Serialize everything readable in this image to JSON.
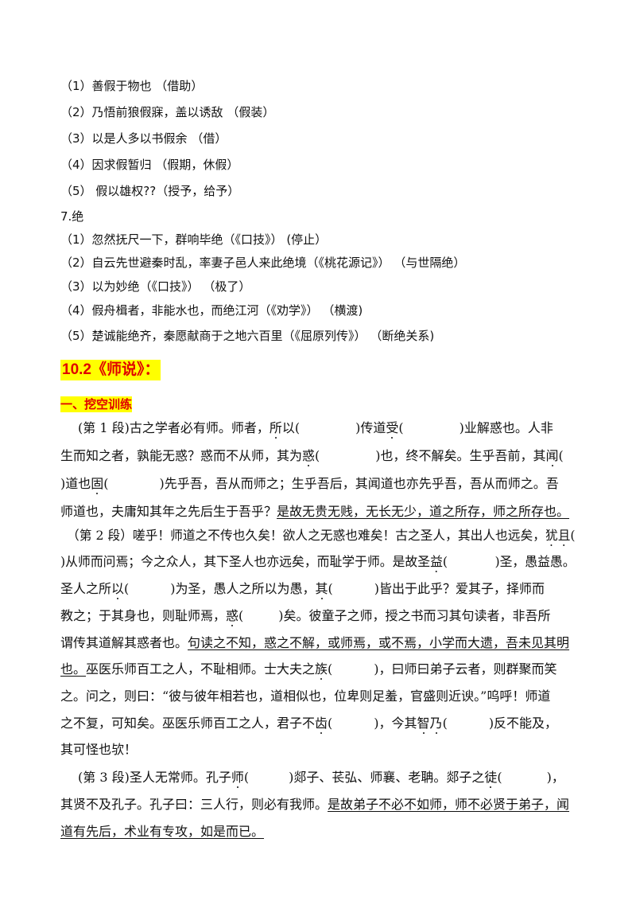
{
  "list_jia": [
    "（1）善假于物也 （借助）",
    "（2）乃悟前狼假寐，盖以诱敌 （假装）",
    "（3）以是人多以书假余 （借）",
    "（4）因求假暂归 （假期，休假）",
    "（5） 假以雄权??（授予，给予）"
  ],
  "jue_title": "7.绝",
  "list_jue": [
    "（1）忽然抚尺一下，群响毕绝（《口技》） (停止）",
    "（2）自云先世避秦时乱，率妻子邑人来此绝境（《桃花源记》） （与世隔绝）",
    "（3）以为妙绝（《口技》） （极了）",
    "（4）假舟楫者，非能水也，而绝江河（《劝学》） （横渡)",
    "（5）楚诚能绝齐，秦愿献商于之地六百里（《屈原列传》） （断绝关系)"
  ],
  "section_heading": "10.2《师说》：",
  "subheading": "一、挖空训练",
  "passage": {
    "p1_l1_a": "(第 1 段)古之学者必有师。师者，",
    "p1_l1_b": "所",
    "p1_l1_c": "以(",
    "p1_l1_d": ")传道",
    "p1_l1_e": "受",
    "p1_l1_f": "(",
    "p1_l1_g": ")业解惑也。人非",
    "p1_l2_a": "生而知之者，孰能无惑？惑而不从师，其为",
    "p1_l2_b": "惑",
    "p1_l2_c": "(",
    "p1_l2_d": ")也，终不解矣。生乎吾前，其",
    "p1_l2_e": "闻",
    "p1_l2_f": "(",
    "p1_l3_a": ")道也",
    "p1_l3_b": "固",
    "p1_l3_c": "(",
    "p1_l3_d": ")先乎吾，吾从而师之；生乎吾后，其闻道也亦先乎吾，吾从而师之。吾",
    "p1_l4_a": "师道也，夫庸知其年之先后生于吾乎？",
    "p1_l4_b": "是故无贵无贱，无长无少，道之所存，师之所存也。",
    "p2_l1_a": "（第 2 段）嗟乎！师道之不传也久矣！欲人之无惑也难矣！古之圣人，其出人也远矣，",
    "p2_l1_b": "犹",
    "p2_l1_c": "且",
    "p2_l1_d": "(",
    "p2_l2_a": ")从师而问焉；今之众人，其下圣人也亦远矣，而耻学于师。是故圣",
    "p2_l2_b": "益",
    "p2_l2_c": "(",
    "p2_l2_d": ")圣，愚益愚。",
    "p2_l3_a": "圣人之所",
    "p2_l3_b": "以",
    "p2_l3_c": "(",
    "p2_l3_d": ")为圣，愚人之所以为愚，",
    "p2_l3_e": "其",
    "p2_l3_f": "(",
    "p2_l3_g": ")皆出于此乎？爱其子，择师而",
    "p2_l4_a": "教之；于其身也，则耻师焉，",
    "p2_l4_b": "惑",
    "p2_l4_c": "(",
    "p2_l4_d": ")矣。彼童子之师，授之书而习其句读者，非吾所",
    "p2_l5": "谓传其道解其惑者也。",
    "p2_l5_ul": "句读之不知，惑之不解，或师焉，或不焉，小学而大遗，吾未见其明",
    "p2_l6_ul": "也。",
    "p2_l6_a": "巫医乐师百工之人，不耻相师。士大夫之",
    "p2_l6_b": "族",
    "p2_l6_c": "(",
    "p2_l6_d": ")，曰师曰弟子云者，则群聚而笑",
    "p2_l7": "之。问之，则曰：“彼与彼年相若也，道相似也，位卑则足羞，官盛则近谀。”呜呼！师道",
    "p2_l8_a": "之不复，可知矣。巫医乐师百工之人，君子不",
    "p2_l8_b": "齿",
    "p2_l8_c": "(",
    "p2_l8_d": ")，今其",
    "p2_l8_e": "智",
    "p2_l8_f": "乃",
    "p2_l8_g": "(",
    "p2_l8_h": ")反不能及，",
    "p2_l9": "其可怪也欤！",
    "p3_l1_a": "(第 3 段)圣人无常师。孔子",
    "p3_l1_b": "师",
    "p3_l1_c": "(",
    "p3_l1_d": ")郯子、苌弘、师襄、老聃。郯子之",
    "p3_l1_e": "徒",
    "p3_l1_f": "(",
    "p3_l1_g": ")，",
    "p3_l2_a": "其贤不及孔子。孔子曰：三人行，则必有我师。",
    "p3_l2_b": "是故弟子不必不如师，师不必贤于弟子，闻",
    "p3_l3_ul": "道有先后，术业有专攻，如是而已。"
  }
}
